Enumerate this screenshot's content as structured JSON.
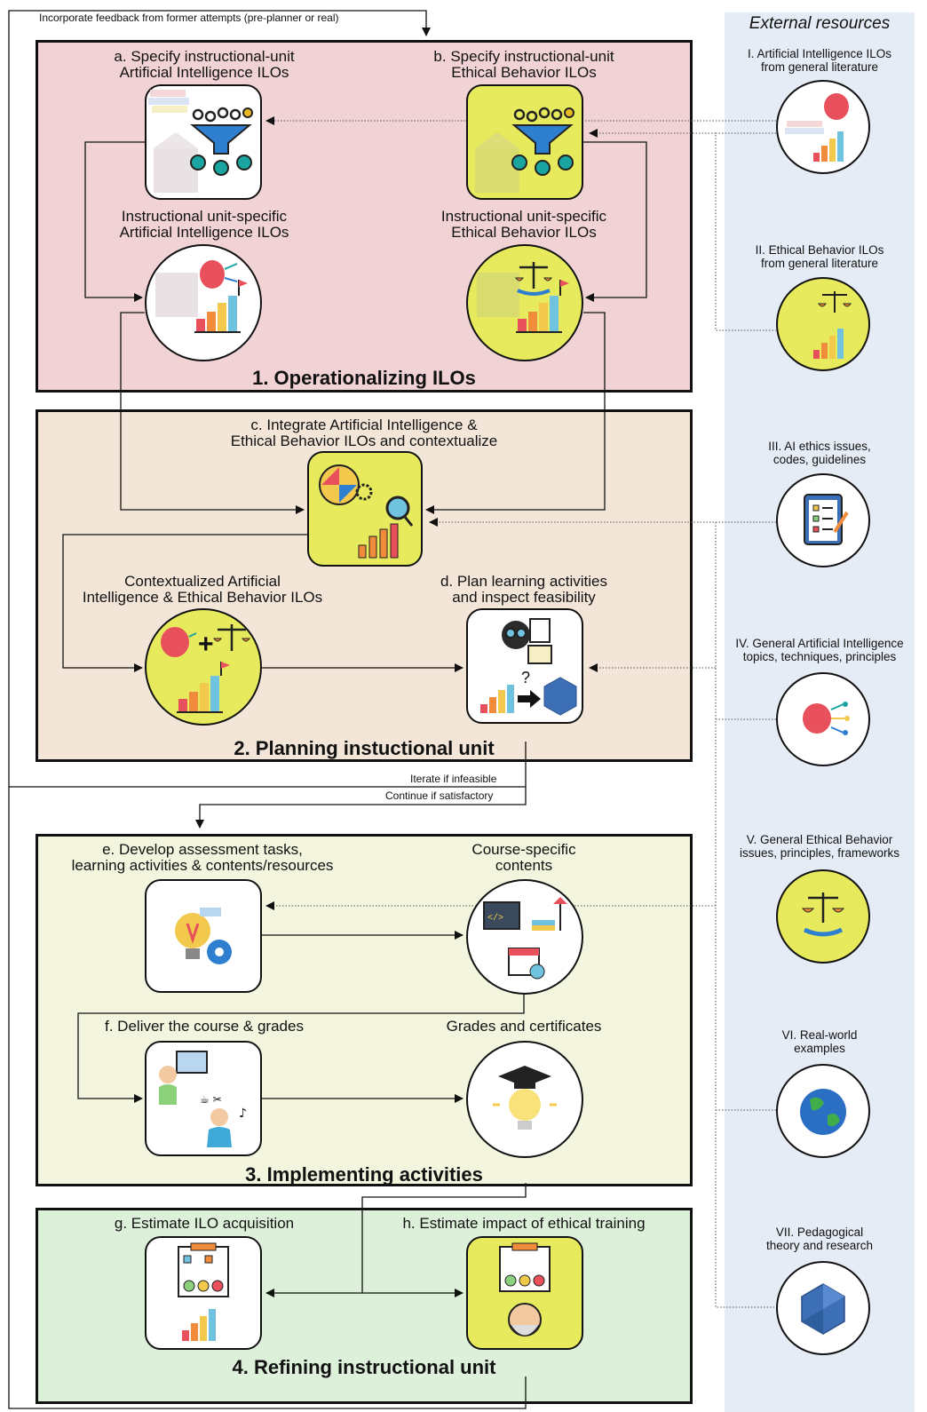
{
  "top_note": "Incorporate feedback from former attempts (pre-planner or real)",
  "external": {
    "heading": "External resources",
    "items": [
      {
        "label_1": "I. Artificial Intelligence ILOs",
        "label_2": "from general literature"
      },
      {
        "label_1": "II. Ethical Behavior ILOs",
        "label_2": "from general literature"
      },
      {
        "label_1": "III. AI ethics issues,",
        "label_2": "codes, guidelines"
      },
      {
        "label_1": "IV. General Artificial Intelligence",
        "label_2": "topics, techniques, principles"
      },
      {
        "label_1": "V. General Ethical Behavior",
        "label_2": "issues, principles, frameworks"
      },
      {
        "label_1": "VI. Real-world",
        "label_2": "examples"
      },
      {
        "label_1": "VII. Pedagogical",
        "label_2": "theory and research"
      }
    ]
  },
  "phase1": {
    "title": "1. Operationalizing ILOs",
    "a_1": "a. Specify instructional-unit",
    "a_2": "Artificial Intelligence ILOs",
    "b_1": "b. Specify instructional-unit",
    "b_2": "Ethical Behavior ILOs",
    "ai_out_1": "Instructional unit-specific",
    "ai_out_2": "Artificial Intelligence ILOs",
    "eb_out_1": "Instructional unit-specific",
    "eb_out_2": "Ethical Behavior ILOs"
  },
  "phase2": {
    "title": "2. Planning instuctional unit",
    "c_1": "c. Integrate Artificial Intelligence &",
    "c_2": "Ethical Behavior ILOs and contextualize",
    "ctx_1": "Contextualized Artificial",
    "ctx_2": "Intelligence & Ethical Behavior ILOs",
    "d_1": "d. Plan learning activities",
    "d_2": "and inspect feasibility"
  },
  "iterate": "Iterate if infeasible",
  "continue": "Continue if satisfactory",
  "phase3": {
    "title": "3. Implementing activities",
    "e_1": "e. Develop assessment tasks,",
    "e_2": "learning activities & contents/resources",
    "cs_1": "Course-specific",
    "cs_2": "contents",
    "f": "f. Deliver the course & grades",
    "grades": "Grades and certificates"
  },
  "phase4": {
    "title": "4. Refining instructional unit",
    "g": "g. Estimate ILO acquisition",
    "h": "h. Estimate impact of ethical training"
  },
  "colors": {
    "phase1_bg": "#f1d3d5",
    "phase2_bg": "#f3e6d9",
    "phase3_bg": "#f3f5df",
    "phase4_bg": "#ddf0da",
    "node_yellow": "#e6ea5c",
    "resources_bg": "#e6ecf5"
  }
}
